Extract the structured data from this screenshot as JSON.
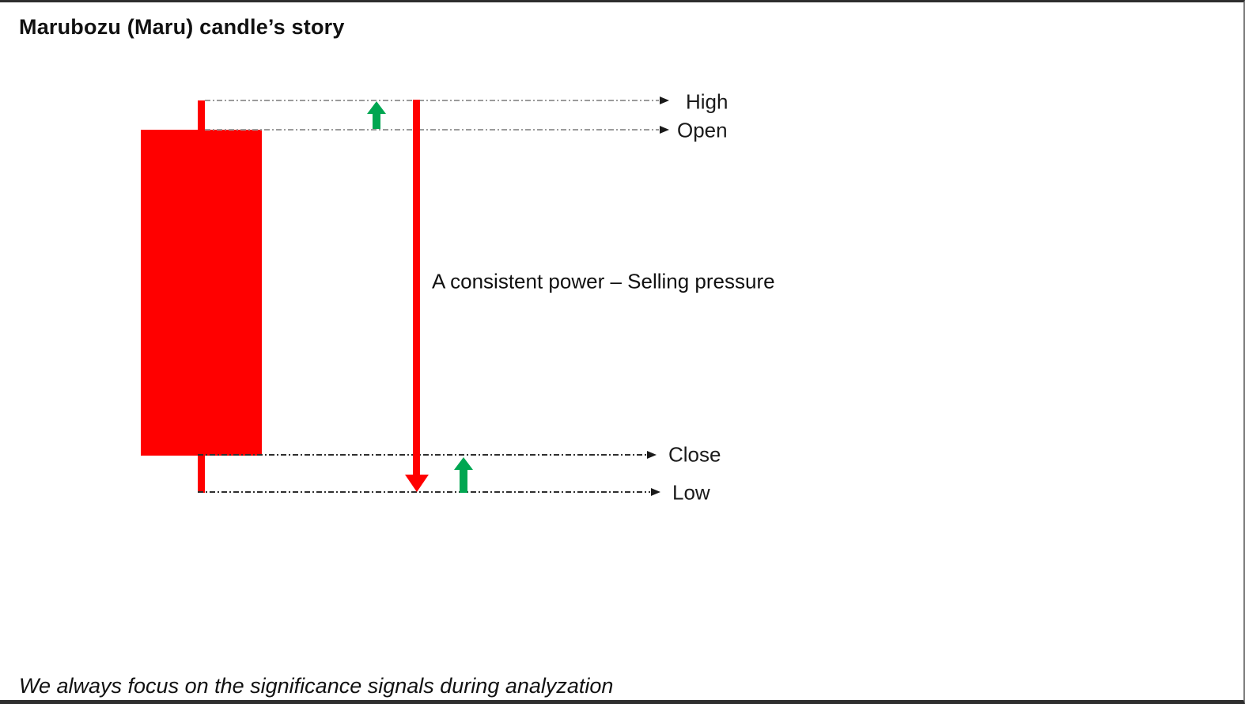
{
  "title": "Marubozu (Maru) candle’s story",
  "diagram": {
    "levels": {
      "high": "High",
      "open": "Open",
      "close": "Close",
      "low": "Low"
    },
    "annotation": "A consistent power – Selling pressure",
    "colors": {
      "candle_red": "#ff0000",
      "arrow_green": "#00a651",
      "level_line_light": "#9b9b9b",
      "level_line_dark": "#2f2f2f"
    }
  },
  "footer": "We always focus on the significance signals during analyzation"
}
